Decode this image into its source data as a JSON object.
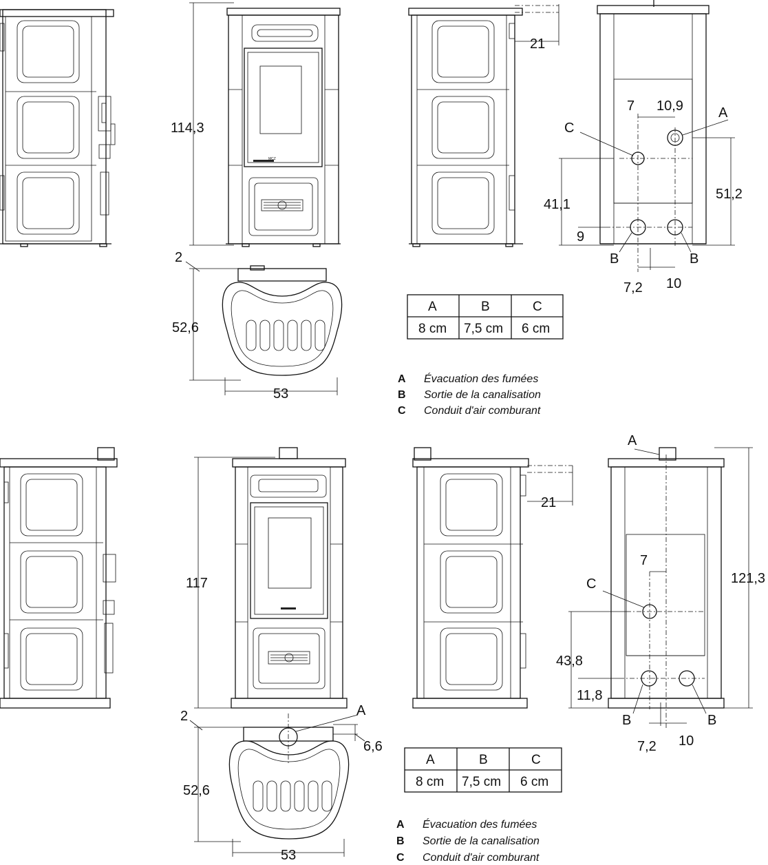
{
  "dimensions_top": {
    "height_total": "114,3",
    "flue_offset": "21",
    "top_view_offset": "2",
    "depth": "52,6",
    "width": "53",
    "hole_spacing_7": "7",
    "hole_spacing_10_9": "10,9",
    "height_c": "41,1",
    "height_a": "51,2",
    "height_b": "9",
    "spacing_b_1": "7,2",
    "spacing_b_2": "10"
  },
  "dimensions_bottom": {
    "height_total": "117",
    "flue_offset": "21",
    "top_view_offset": "2",
    "depth": "52,6",
    "width": "53",
    "flue_offset_top": "6,6",
    "hole_spacing_7": "7",
    "height_total_rear": "121,3",
    "height_c": "43,8",
    "height_b": "11,8",
    "spacing_b_1": "7,2",
    "spacing_b_2": "10"
  },
  "labels": {
    "a": "A",
    "b": "B",
    "c": "C"
  },
  "table": {
    "headers": [
      "A",
      "B",
      "C"
    ],
    "values": [
      "8 cm",
      "7,5 cm",
      "6 cm"
    ]
  },
  "legend": [
    {
      "key": "A",
      "text": "Évacuation des fumées"
    },
    {
      "key": "B",
      "text": "Sortie de la canalisation"
    },
    {
      "key": "C",
      "text": "Conduit d'air comburant"
    }
  ]
}
